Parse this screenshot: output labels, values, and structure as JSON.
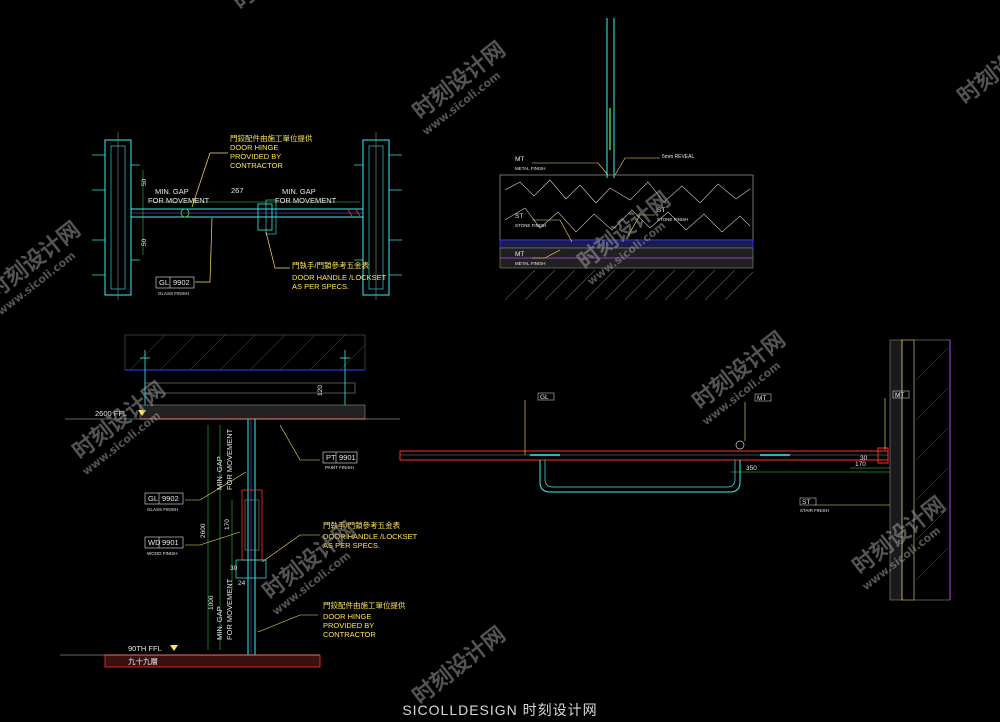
{
  "plan_detail": {
    "hinge_note_cn": "門鉸配件由施工單位提供",
    "hinge_note_en": [
      "DOOR HINGE",
      "PROVIDED BY",
      "CONTRACTOR"
    ],
    "gap_label_left": [
      "MIN. GAP",
      "FOR MOVEMENT"
    ],
    "gap_label_right": [
      "MIN. GAP",
      "FOR MOVEMENT"
    ],
    "dim_top": "267",
    "dim_side_a": "50",
    "dim_side_b": "50",
    "handle_note_cn": "門執手/門鎖參考五金表",
    "handle_note_en": [
      "DOOR HANDLE /LOCKSET",
      "AS PER SPECS."
    ],
    "glass_tag_code": "GL",
    "glass_tag_num": "9902",
    "glass_tag_desc": "GLASS FINISH"
  },
  "section_detail": {
    "level_top": "2600 FFL",
    "level_bottom": "90TH FFL",
    "level_bottom_cn": "九十九層",
    "gap_label_top": [
      "MIN. GAP",
      "FOR MOVEMENT"
    ],
    "gap_label_bottom": [
      "MIN. GAP",
      "FOR MOVEMENT"
    ],
    "dim_2600": "2600",
    "dim_1000": "1000",
    "dim_170": "170",
    "dim_120": "120",
    "dim_30": "30",
    "dim_24": "24",
    "pt_tag_code": "PT",
    "pt_tag_num": "9901",
    "pt_tag_desc": "PAINT FINISH",
    "gl_tag_code": "GL",
    "gl_tag_num": "9902",
    "gl_tag_desc": "GLASS FINISH",
    "wd_tag_code": "WD",
    "wd_tag_num": "9901",
    "wd_tag_desc": "WOOD FINISH",
    "handle_note_cn": "門執手/門鎖參考五金表",
    "handle_note_en": [
      "DOOR HANDLE /LOCKSET",
      "AS PER SPECS."
    ],
    "hinge_note_cn": "門鉸配件由施工單位提供",
    "hinge_note_en": [
      "DOOR HINGE",
      "PROVIDED BY",
      "CONTRACTOR"
    ]
  },
  "floor_detail": {
    "tag_metal": "MT",
    "tag_metal_desc": "METAL FINISH",
    "tag_stone": "ST",
    "tag_stone_desc": "STONE FINISH",
    "note_right": "5mm REVEAL"
  },
  "rail_detail": {
    "tag_gl": "GL",
    "tag_mt": "MT",
    "tag_st": "ST",
    "tag_st_desc": "STAIR FINISH",
    "dim_a": "350",
    "dim_b": "170",
    "dim_c": "30"
  },
  "watermarks": [
    "时刻设计网",
    "www.sicoli.com"
  ],
  "footer": "SICOLLDESIGN 时刻设计网",
  "colors": {
    "background": "#000000",
    "cyan": "#38f0f0",
    "yellow": "#ffe45a",
    "red": "#ff3030",
    "magenta": "#c040ff",
    "green": "#40e040",
    "grey": "#8a8a8a"
  }
}
